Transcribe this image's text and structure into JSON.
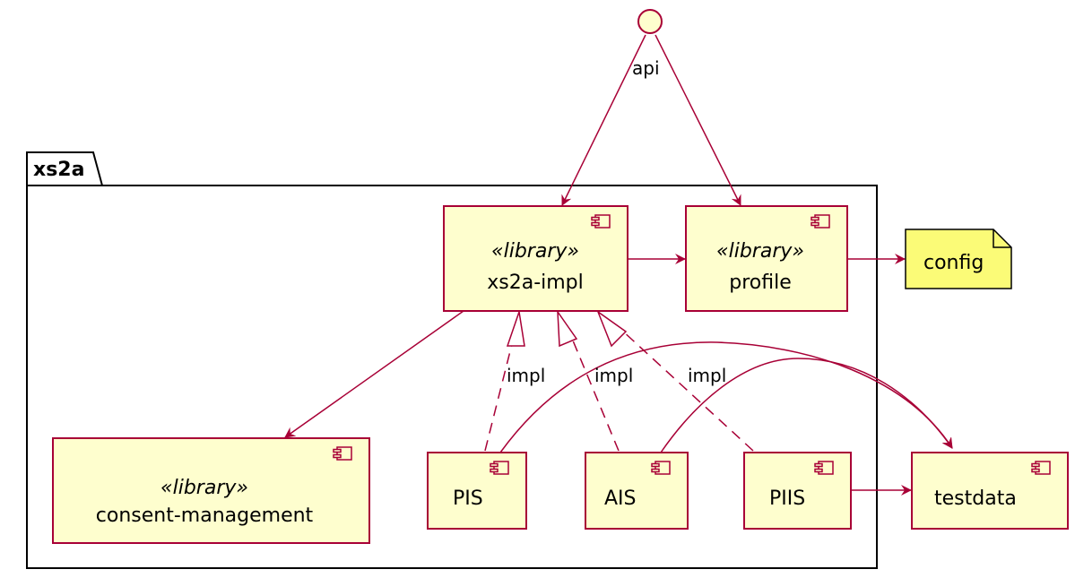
{
  "interface": {
    "label": "api"
  },
  "package": {
    "name": "xs2a"
  },
  "components": {
    "xs2a_impl": {
      "stereotype": "«library»",
      "name": "xs2a-impl"
    },
    "profile": {
      "stereotype": "«library»",
      "name": "profile"
    },
    "consent_management": {
      "stereotype": "«library»",
      "name": "consent-management"
    },
    "pis": {
      "name": "PIS"
    },
    "ais": {
      "name": "AIS"
    },
    "piis": {
      "name": "PIIS"
    },
    "testdata": {
      "name": "testdata"
    }
  },
  "note": {
    "text": "config"
  },
  "edges": {
    "pis_impl": "impl",
    "ais_impl": "impl",
    "piis_impl": "impl"
  },
  "colors": {
    "line": "#A80036",
    "fill": "#FEFECE",
    "note_fill": "#FBFB77",
    "package_border": "#000000"
  }
}
